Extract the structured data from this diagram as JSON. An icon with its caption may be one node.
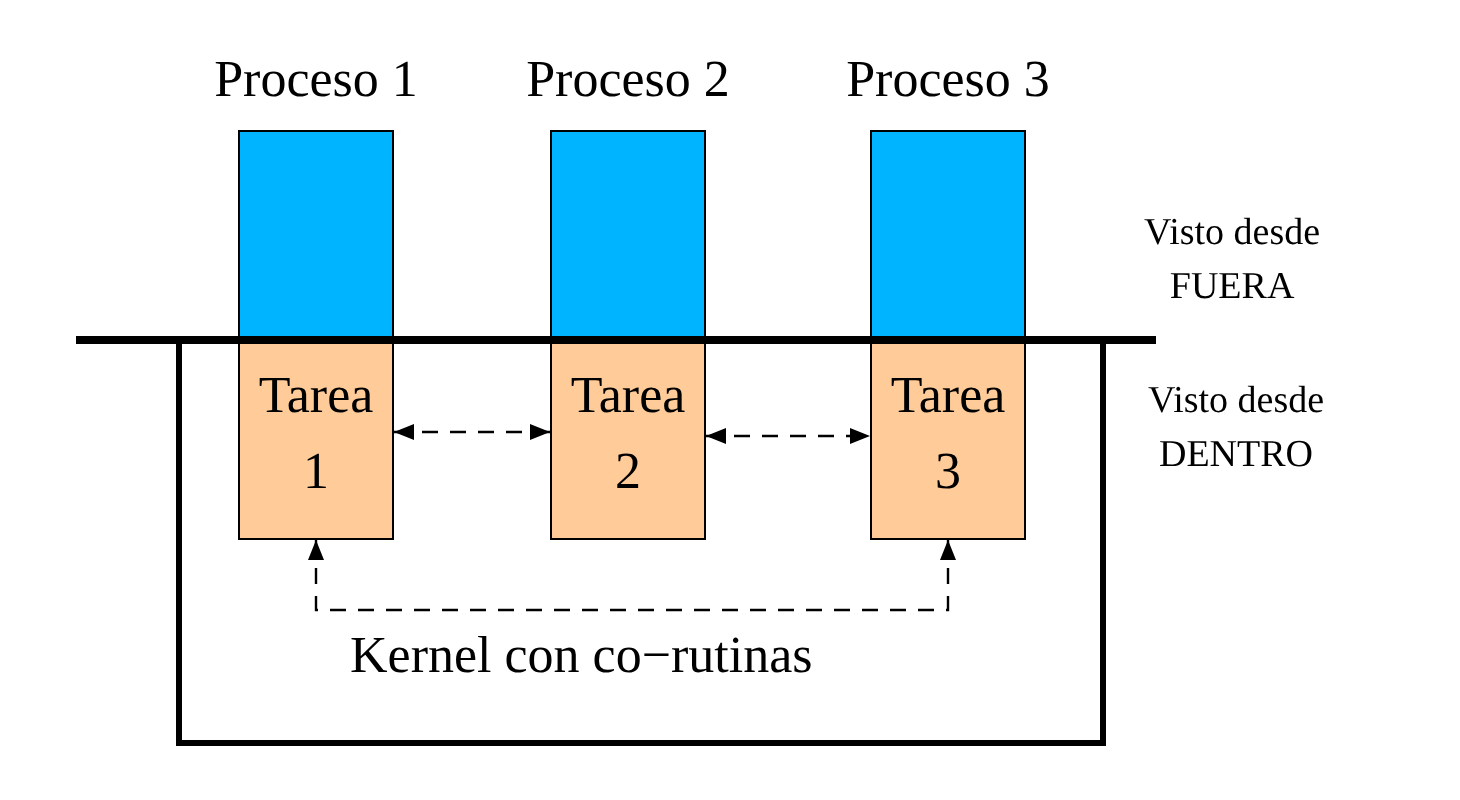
{
  "diagram": {
    "nodes": [
      {
        "text": [
          "Proceso 1"
        ]
      },
      {
        "text": [
          "Proceso 2"
        ]
      },
      {
        "text": [
          "Proceso 3"
        ]
      },
      {
        "text": [
          "Kernel con co−rutinas"
        ]
      },
      {
        "text": [
          "Tarea 1"
        ],
        "in": 3
      },
      {
        "text": [
          "Tarea 2"
        ],
        "in": 3
      },
      {
        "text": [
          "Tarea 3"
        ],
        "in": 3
      }
    ],
    "edges": [
      {
        "from": 4,
        "to": 5,
        "arrow": "both",
        "style": "dashed"
      },
      {
        "from": 5,
        "to": 6,
        "arrow": "both",
        "style": "dashed"
      },
      {
        "from": 4,
        "to": 6,
        "arrow": "both",
        "style": "dashed"
      }
    ],
    "labels": [
      "Visto desde FUERA",
      "Visto desde DENTRO"
    ]
  }
}
